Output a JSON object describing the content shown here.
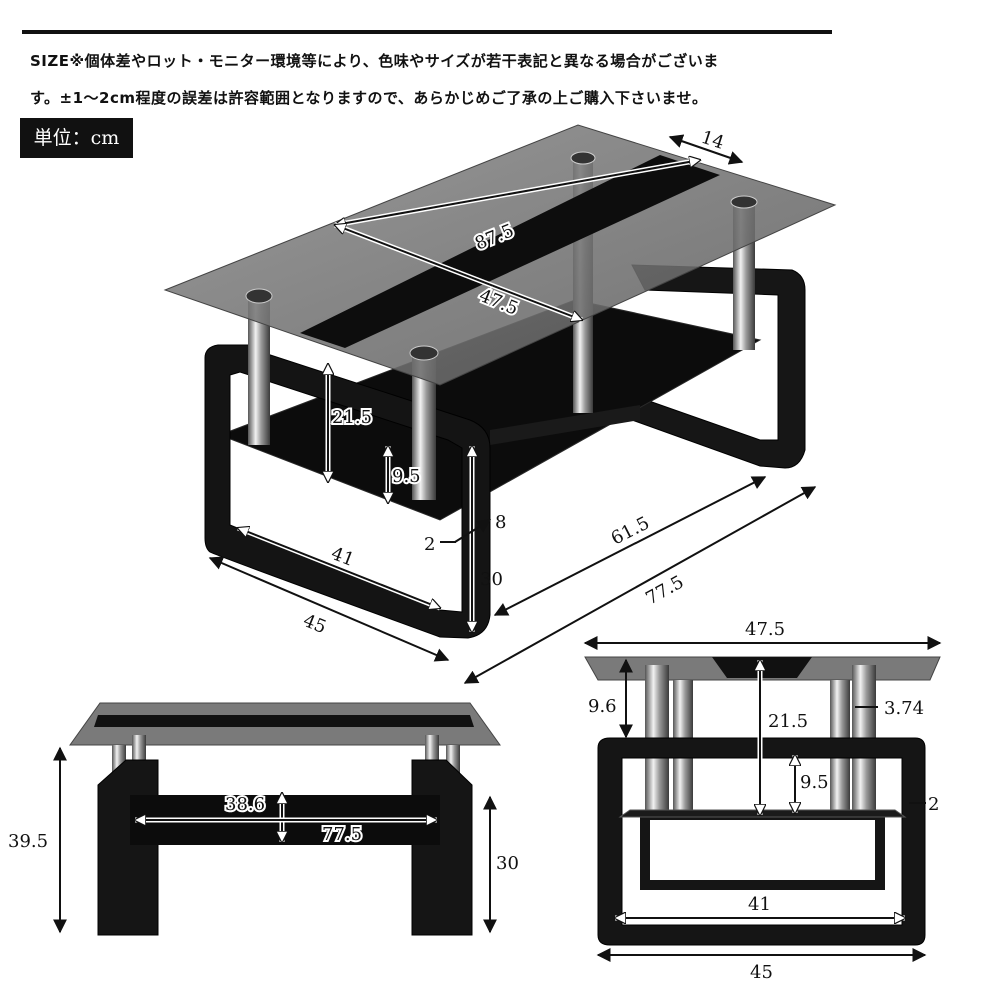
{
  "header": {
    "note_line1": "SIZE※個体差やロット・モニター環境等により、色味やサイズが若干表記と異なる場合がございま",
    "note_line2": "す。±1～2cm程度の誤差は許容範囲となりますので、あらかじめご了承の上ご購入下さいませ。",
    "unit_badge": "単位：cm"
  },
  "main_view": {
    "top_width": "14",
    "top_length": "87.5",
    "top_depth": "47.5",
    "upper_gap": "21.5",
    "lower_gap": "9.5",
    "frame_thickness_a": "8",
    "frame_thickness_b": "2",
    "inner_width": "41",
    "frame_height": "30",
    "depth": "45",
    "shelf_length": "61.5",
    "overall_length": "77.5"
  },
  "front_view": {
    "total_height": "39.5",
    "shelf_span": "38.6",
    "shelf_length": "77.5",
    "frame_height": "30"
  },
  "side_view": {
    "top_depth": "47.5",
    "post_height": "9.6",
    "post_diameter": "3.74",
    "upper_gap": "21.5",
    "lower_gap": "9.5",
    "frame_thickness": "2",
    "inner_width": "41",
    "outer_width": "45"
  },
  "colors": {
    "glass": "#7a7a7a",
    "frame": "#111111",
    "background": "#ffffff"
  }
}
